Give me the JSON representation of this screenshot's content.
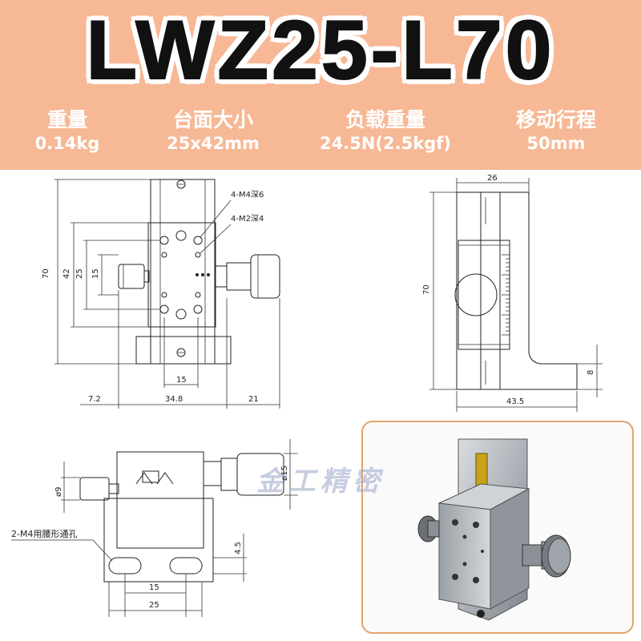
{
  "title": "LWZ25-L70",
  "specs": [
    {
      "label": "重量",
      "value": "0.14kg"
    },
    {
      "label": "台面大小",
      "value": "25x42mm"
    },
    {
      "label": "负载重量",
      "value": "24.5N(2.5kgf)"
    },
    {
      "label": "移动行程",
      "value": "50mm"
    }
  ],
  "front_view": {
    "dim_70": "70",
    "dim_42": "42",
    "dim_25": "25",
    "dim_15_v": "15",
    "dim_15_h": "15",
    "dim_7_2": "7.2",
    "dim_34_8": "34.8",
    "dim_21": "21",
    "note_m4": "4-M4深6",
    "note_m2": "4-M2深4"
  },
  "side_view": {
    "dim_26": "26",
    "dim_70": "70",
    "dim_8": "8",
    "dim_43_5": "43.5"
  },
  "bottom_view": {
    "dim_9": "ø9",
    "dim_15_dia": "ø15",
    "dim_4_5": "4.5",
    "dim_15": "15",
    "dim_25": "25",
    "note_slot": "2-M4用腰形通孔"
  },
  "watermark": "金工精密",
  "colors": {
    "banner": "#f7b896",
    "frame": "#e0a468"
  }
}
